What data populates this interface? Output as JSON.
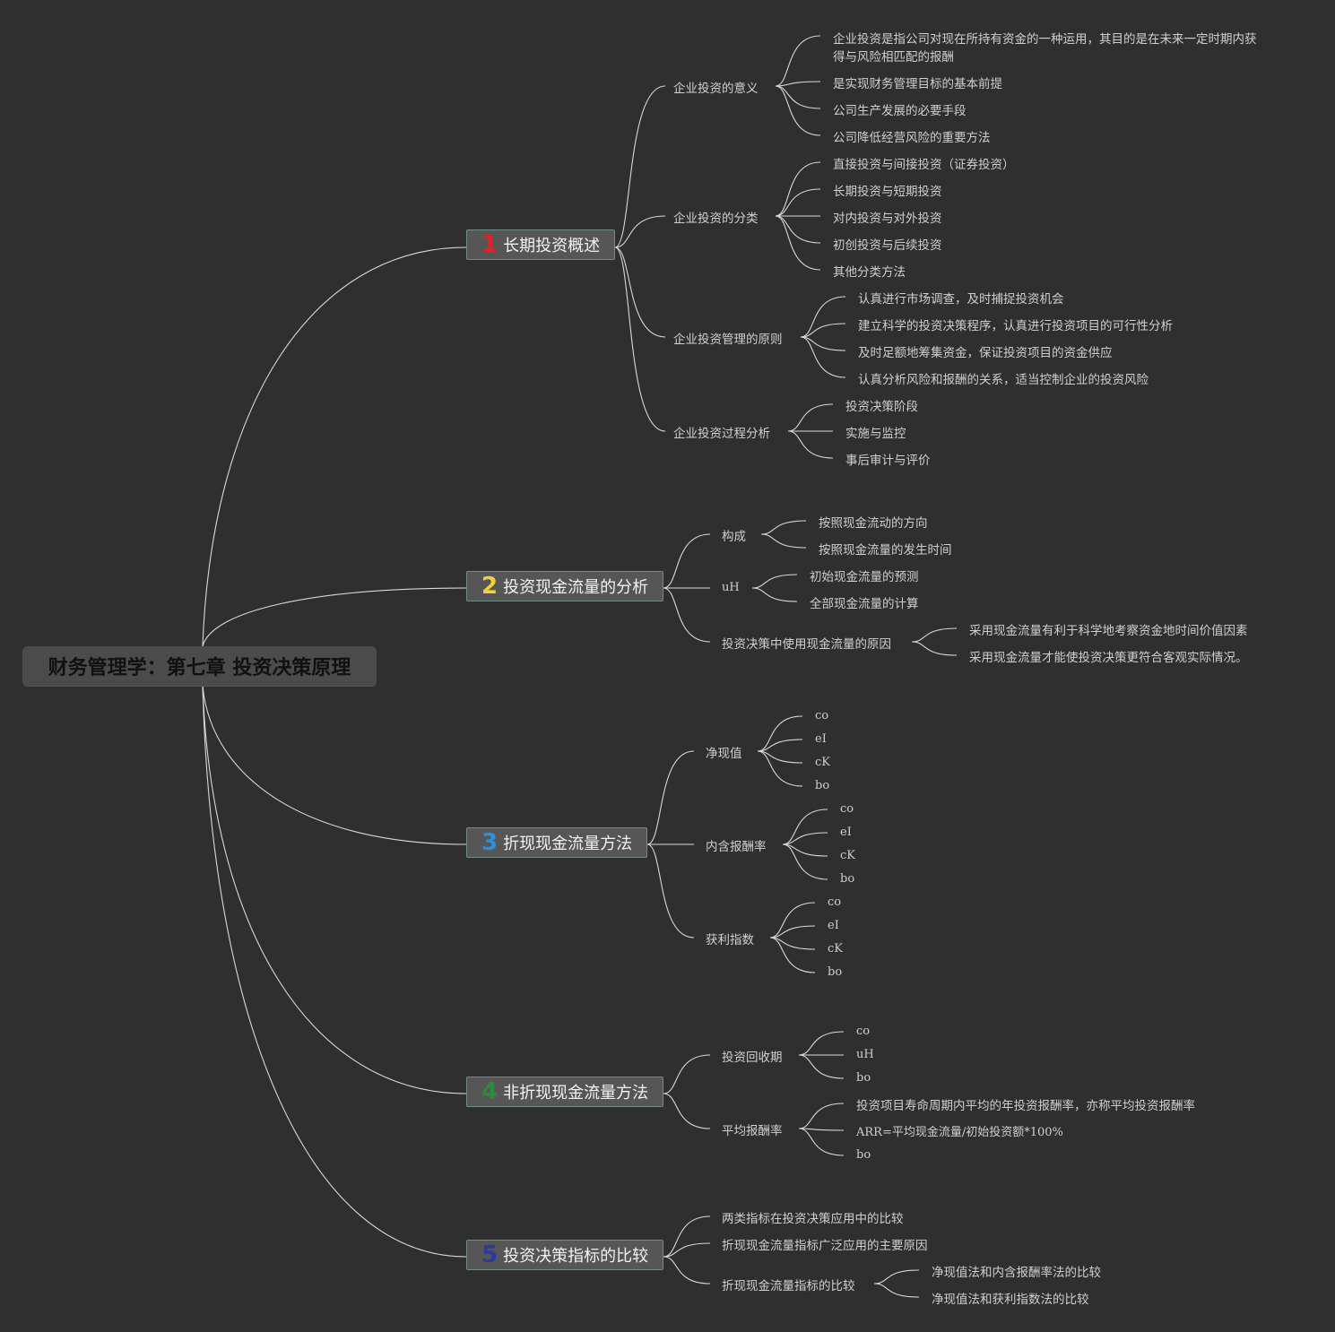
{
  "root": "财务管理学：第七章 投资决策原理",
  "branches": [
    {
      "num": "1",
      "num_color": "#d9232e",
      "label": "长期投资概述",
      "children": [
        {
          "label": "企业投资的意义",
          "children": [
            "企业投资是指公司对现在所持有资金的一种运用，其目的是在未来一定时期内获",
            "得与风险相匹配的报酬",
            "是实现财务管理目标的基本前提",
            "公司生产发展的必要手段",
            "公司降低经营风险的重要方法"
          ]
        },
        {
          "label": "企业投资的分类",
          "children": [
            "直接投资与间接投资（证券投资）",
            "长期投资与短期投资",
            "对内投资与对外投资",
            "初创投资与后续投资",
            "其他分类方法"
          ]
        },
        {
          "label": "企业投资管理的原则",
          "children": [
            "认真进行市场调查，及时捕捉投资机会",
            "建立科学的投资决策程序，认真进行投资项目的可行性分析",
            "及时足额地筹集资金，保证投资项目的资金供应",
            "认真分析风险和报酬的关系，适当控制企业的投资风险"
          ]
        },
        {
          "label": "企业投资过程分析",
          "children": [
            "投资决策阶段",
            "实施与监控",
            "事后审计与评价"
          ]
        }
      ]
    },
    {
      "num": "2",
      "num_color": "#f2d03b",
      "label": "投资现金流量的分析",
      "children": [
        {
          "label": "构成",
          "children": [
            "按照现金流动的方向",
            "按照现金流量的发生时间"
          ]
        },
        {
          "label": "uH",
          "children": [
            "初始现金流量的预测",
            "全部现金流量的计算"
          ]
        },
        {
          "label": "投资决策中使用现金流量的原因",
          "children": [
            "采用现金流量有利于科学地考察资金地时间价值因素",
            "采用现金流量才能使投资决策更符合客观实际情况。"
          ]
        }
      ]
    },
    {
      "num": "3",
      "num_color": "#2f8fd8",
      "label": "折现现金流量方法",
      "children": [
        {
          "label": "净现值",
          "children": [
            "co",
            "eI",
            "cK",
            "bo"
          ]
        },
        {
          "label": "内含报酬率",
          "children": [
            "co",
            "eI",
            "cK",
            "bo"
          ]
        },
        {
          "label": "获利指数",
          "children": [
            "co",
            "eI",
            "cK",
            "bo"
          ]
        }
      ]
    },
    {
      "num": "4",
      "num_color": "#2e8b3a",
      "label": "非折现现金流量方法",
      "children": [
        {
          "label": "投资回收期",
          "children": [
            "co",
            "uH",
            "bo"
          ]
        },
        {
          "label": "平均报酬率",
          "children": [
            "投资项目寿命周期内平均的年投资报酬率，亦称平均投资报酬率",
            "ARR=平均现金流量/初始投资额*100%",
            "bo"
          ]
        }
      ]
    },
    {
      "num": "5",
      "num_color": "#2b3a9c",
      "label": "投资决策指标的比较",
      "children": [
        {
          "label": "两类指标在投资决策应用中的比较",
          "children": []
        },
        {
          "label": "折现现金流量指标广泛应用的主要原因",
          "children": []
        },
        {
          "label": "折现现金流量指标的比较",
          "children": [
            "净现值法和内含报酬率法的比较",
            "净现值法和获利指数法的比较"
          ]
        }
      ]
    }
  ]
}
